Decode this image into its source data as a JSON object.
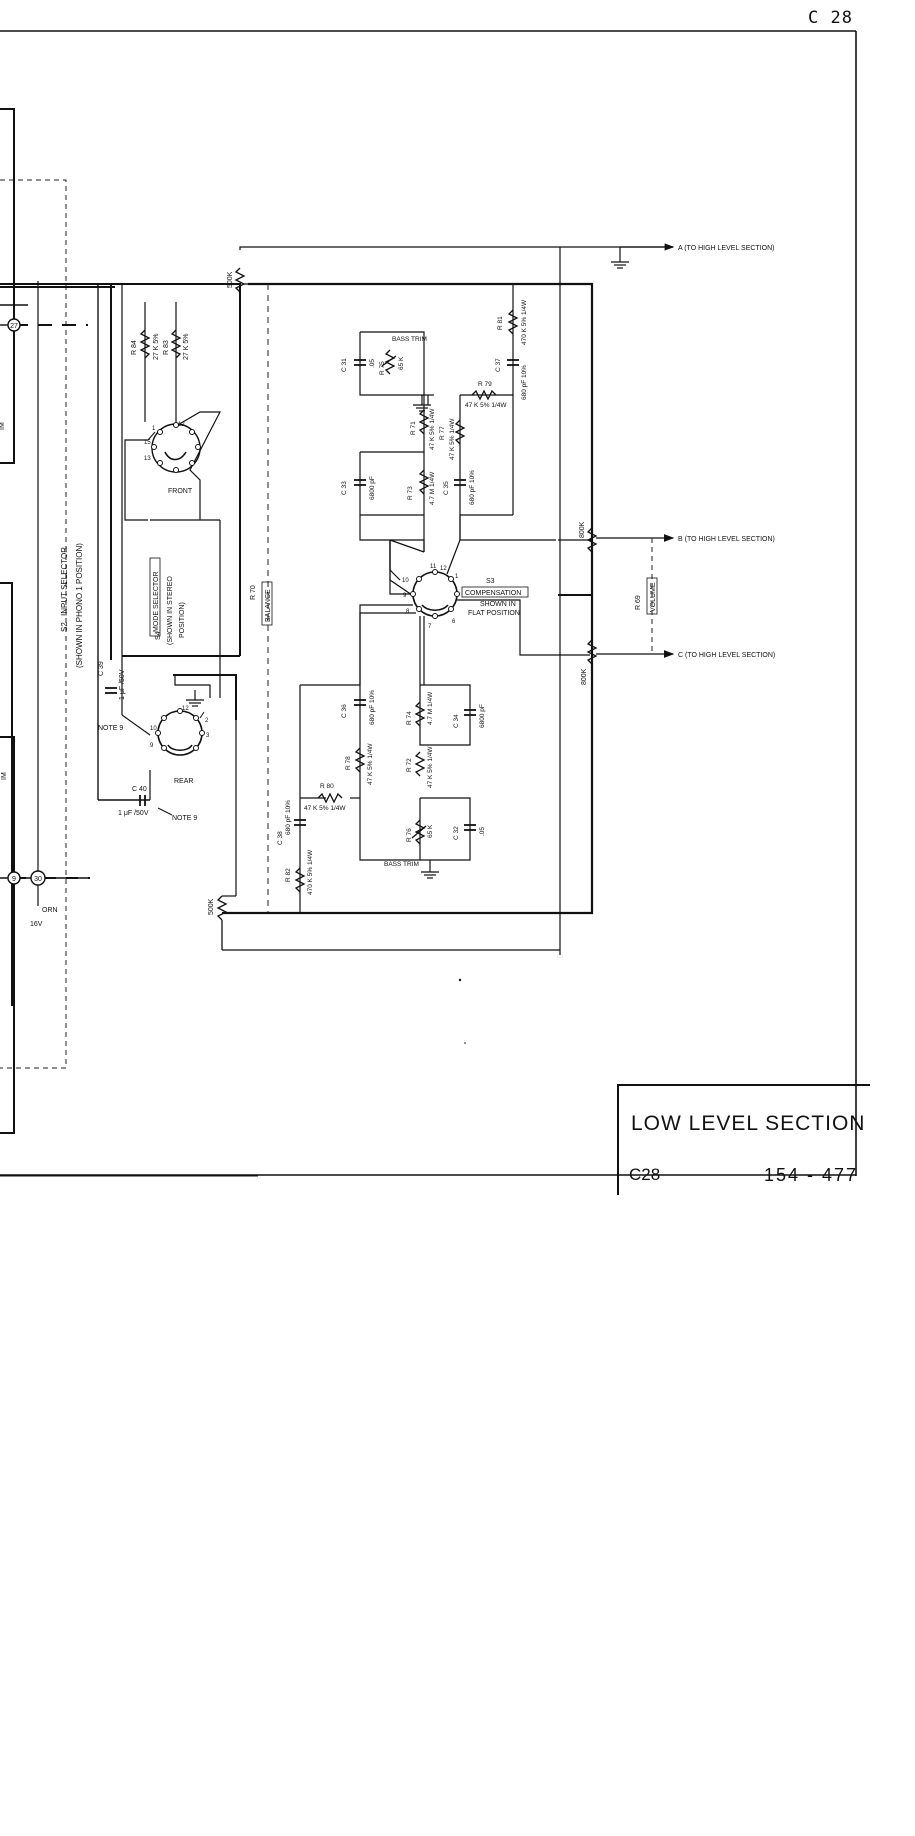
{
  "page_code": "C 28",
  "title_block": {
    "title": "LOW LEVEL SECTION",
    "sheet_code": "C28",
    "part_number": "154 - 477"
  },
  "outputs": {
    "a": "A (TO HIGH LEVEL SECTION)",
    "b": "B (TO HIGH LEVEL SECTION)",
    "c": "C (TO HIGH LEVEL SECTION)"
  },
  "switches": {
    "s2_name": "S2",
    "s2_label": "INPUT SELECTOR",
    "s2_note": "(SHOWN IN PHONO 1 POSITION)",
    "s4_name": "S4",
    "s4_label": "MODE SELECTOR",
    "s4_note1": "(SHOWN IN STEREO",
    "s4_note2": "POSITION)",
    "front": "FRONT",
    "rear": "REAR",
    "s3_name": "S3",
    "s3_label": "COMPENSATION",
    "s3_note1": "SHOWN IN",
    "s3_note2": "FLAT POSITION"
  },
  "controls": {
    "r70_name": "R 70",
    "r70_label": "BALANCE",
    "r69_name": "R 69",
    "r69_label": "VOLUME",
    "bass_trim_top": "BASS TRIM",
    "bass_trim_bottom": "BASS TRIM"
  },
  "pots": {
    "top_left": "500K",
    "bottom_left": "500K",
    "right_top": "800K",
    "right_bottom": "800K"
  },
  "components": {
    "r84": "R 84",
    "r84_v": "27 K 5%",
    "r83": "R 83",
    "r83_v": "27 K 5%",
    "c39": "C 39",
    "c39_v": "1 μF /50V",
    "c40": "C 40",
    "c40_v": "1 μF /50V",
    "note9a": "NOTE 9",
    "note9b": "NOTE 9",
    "c31": "C 31",
    "c31_v": ".05",
    "r75": "R 75",
    "r75_v": "65 K",
    "r71": "R 71",
    "r71_v": "47 K 5% 1/4W",
    "c33": "C 33",
    "c33_v": "6800 pF",
    "r73": "R 73",
    "r73_v": "4.7 M 1/4W",
    "r79": "R 79",
    "r79_v": "47 K 5% 1/4W",
    "r77": "R 77",
    "r77_v": "47 K 5% 1/4W",
    "c35": "C 35",
    "c35_v": "680 pF 10%",
    "c37": "C 37",
    "c37_v": "680 pF 10%",
    "r81": "R 81",
    "r81_v": "470 K 5% 1/4W",
    "c36": "C 36",
    "c36_v": "680 pF 10%",
    "r78": "R 78",
    "r78_v": "47 K 5% 1/4W",
    "r80": "R 80",
    "r80_v": "47 K 5% 1/4W",
    "c38": "C 38",
    "c38_v": "680 pF 10%",
    "r82": "R 82",
    "r82_v": "470 K 5% 1/4W",
    "r74": "R 74",
    "r74_v": "4.7 M 1/4W",
    "c34": "C 34",
    "c34_v": "6800 pF",
    "r72": "R 72",
    "r72_v": "47 K 5% 1/4W",
    "r76": "R 76",
    "r76_v": "65 K",
    "c32": "C 32",
    "c32_v": ".05"
  },
  "left_edge": {
    "terminal_27": "27",
    "terminal_9": "9",
    "terminal_30": "30",
    "orn": "ORN",
    "v16": "16V",
    "im_top": "IM",
    "im_bottom": "IM"
  },
  "switch_pins": {
    "front_12": "12",
    "front_1": "1",
    "front_15": "15",
    "front_13": "13",
    "rear_12": "12",
    "rear_10": "10",
    "rear_2": "2",
    "rear_3": "3",
    "rear_9": "9",
    "s3_11": "11",
    "s3_12": "12",
    "s3_10": "10",
    "s3_9": "9",
    "s3_1": "1",
    "s3_8": "8",
    "s3_7": "7",
    "s3_6": "6"
  }
}
